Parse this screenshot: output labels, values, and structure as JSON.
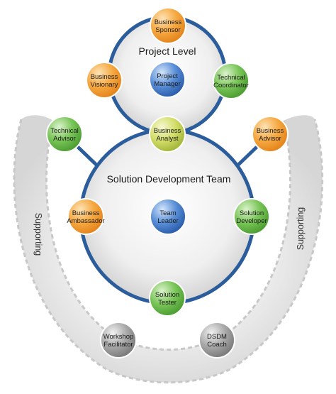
{
  "titles": {
    "project_level": "Project Level",
    "solution_team": "Solution Development Team"
  },
  "supporting": {
    "left": "Supporting",
    "right": "Supporting"
  },
  "roles": {
    "business_sponsor": {
      "line1": "Business",
      "line2": "Sponsor",
      "color": "orange"
    },
    "business_visionary": {
      "line1": "Business",
      "line2": "Visionary",
      "color": "orange"
    },
    "project_manager": {
      "line1": "Project",
      "line2": "Manager",
      "color": "blue"
    },
    "technical_coordinator": {
      "line1": "Technical",
      "line2": "Coordinator",
      "color": "green"
    },
    "business_analyst": {
      "line1": "Business",
      "line2": "Analyst",
      "color": "yellow-green"
    },
    "technical_advisor": {
      "line1": "Technical",
      "line2": "Advisor",
      "color": "green"
    },
    "business_advisor": {
      "line1": "Business",
      "line2": "Advisor",
      "color": "orange"
    },
    "business_ambassador": {
      "line1": "Business",
      "line2": "Ambassador",
      "color": "orange"
    },
    "team_leader": {
      "line1": "Team",
      "line2": "Leader",
      "color": "blue"
    },
    "solution_developer": {
      "line1": "Solution",
      "line2": "Developer",
      "color": "green"
    },
    "solution_tester": {
      "line1": "Solution",
      "line2": "Tester",
      "color": "green"
    },
    "workshop_facilitator": {
      "line1": "Workshop",
      "line2": "Facilitator",
      "color": "gray"
    },
    "dsdm_coach": {
      "line1": "DSDM",
      "line2": "Coach",
      "color": "gray"
    }
  },
  "colors": {
    "ring_blue": "#2b5d9c",
    "orange": "#f39a2b",
    "green": "#67b946",
    "yellow_green": "#c7d652",
    "blue": "#3f78c8",
    "gray": "#8c8c8c",
    "dash": "#c8c8c8"
  }
}
